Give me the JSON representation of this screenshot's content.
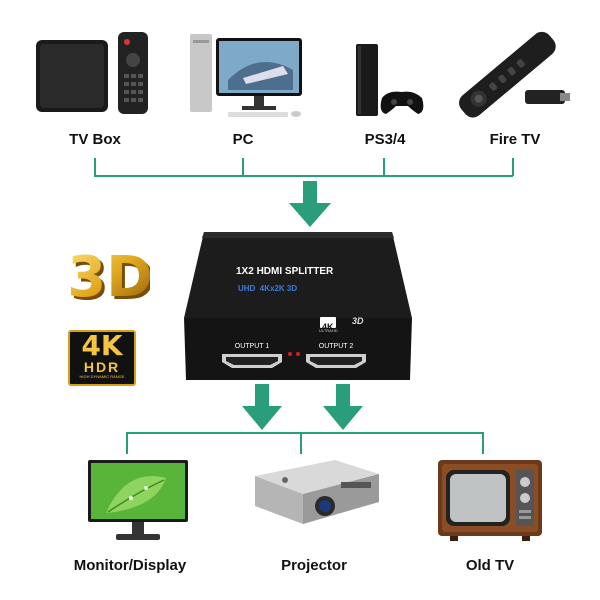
{
  "sources": [
    "TV Box",
    "PC",
    "PS3/4",
    "Fire TV"
  ],
  "outputs": [
    "Monitor/Display",
    "Projector",
    "Old TV"
  ],
  "splitter": {
    "title": "1X2 HDMI SPLITTER",
    "subtitle": "UHD  4Kx2K 3D",
    "output1": "OUTPUT 1",
    "output2": "OUTPUT 2",
    "badge_4k": "4K",
    "badge_ultra": "ULTRAHD",
    "badge_3d": "3D"
  },
  "badges": {
    "three_d": "3D",
    "four_k": "4K",
    "hdr": "HDR",
    "hdr_sub": "HIGH DYNAMIC RANGE"
  },
  "colors": {
    "accent": "#2a9d7a",
    "device": "#1c1c1c"
  }
}
